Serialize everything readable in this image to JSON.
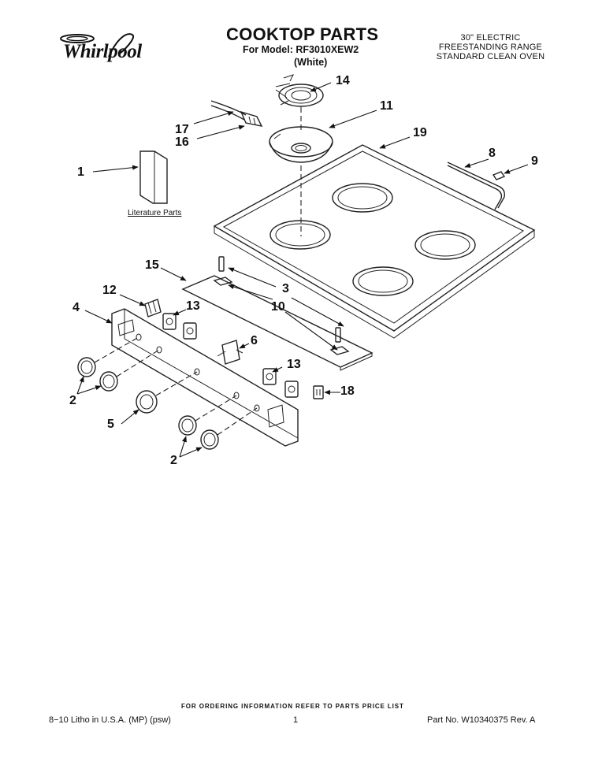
{
  "brand": {
    "name": "Whirlpool"
  },
  "header": {
    "title": "COOKTOP PARTS",
    "model_line": "For Model: RF3010XEW2",
    "color_line": "(White)",
    "description": [
      "30\" ELECTRIC",
      "FREESTANDING RANGE",
      "STANDARD CLEAN OVEN"
    ]
  },
  "diagram": {
    "literature_label": "Literature Parts",
    "callouts": {
      "c1": "1",
      "c2a": "2",
      "c2b": "2",
      "c3": "3",
      "c4": "4",
      "c5": "5",
      "c6": "6",
      "c8": "8",
      "c9": "9",
      "c10": "10",
      "c11": "11",
      "c12": "12",
      "c13a": "13",
      "c13b": "13",
      "c14": "14",
      "c15": "15",
      "c16": "16",
      "c17": "17",
      "c18": "18",
      "c19": "19"
    }
  },
  "footer": {
    "ordering_note": "FOR ORDERING INFORMATION REFER TO PARTS PRICE LIST",
    "litho": "8−10 Litho in U.S.A. (MP) (psw)",
    "page": "1",
    "part_no": "Part No. W10340375 Rev. A"
  }
}
